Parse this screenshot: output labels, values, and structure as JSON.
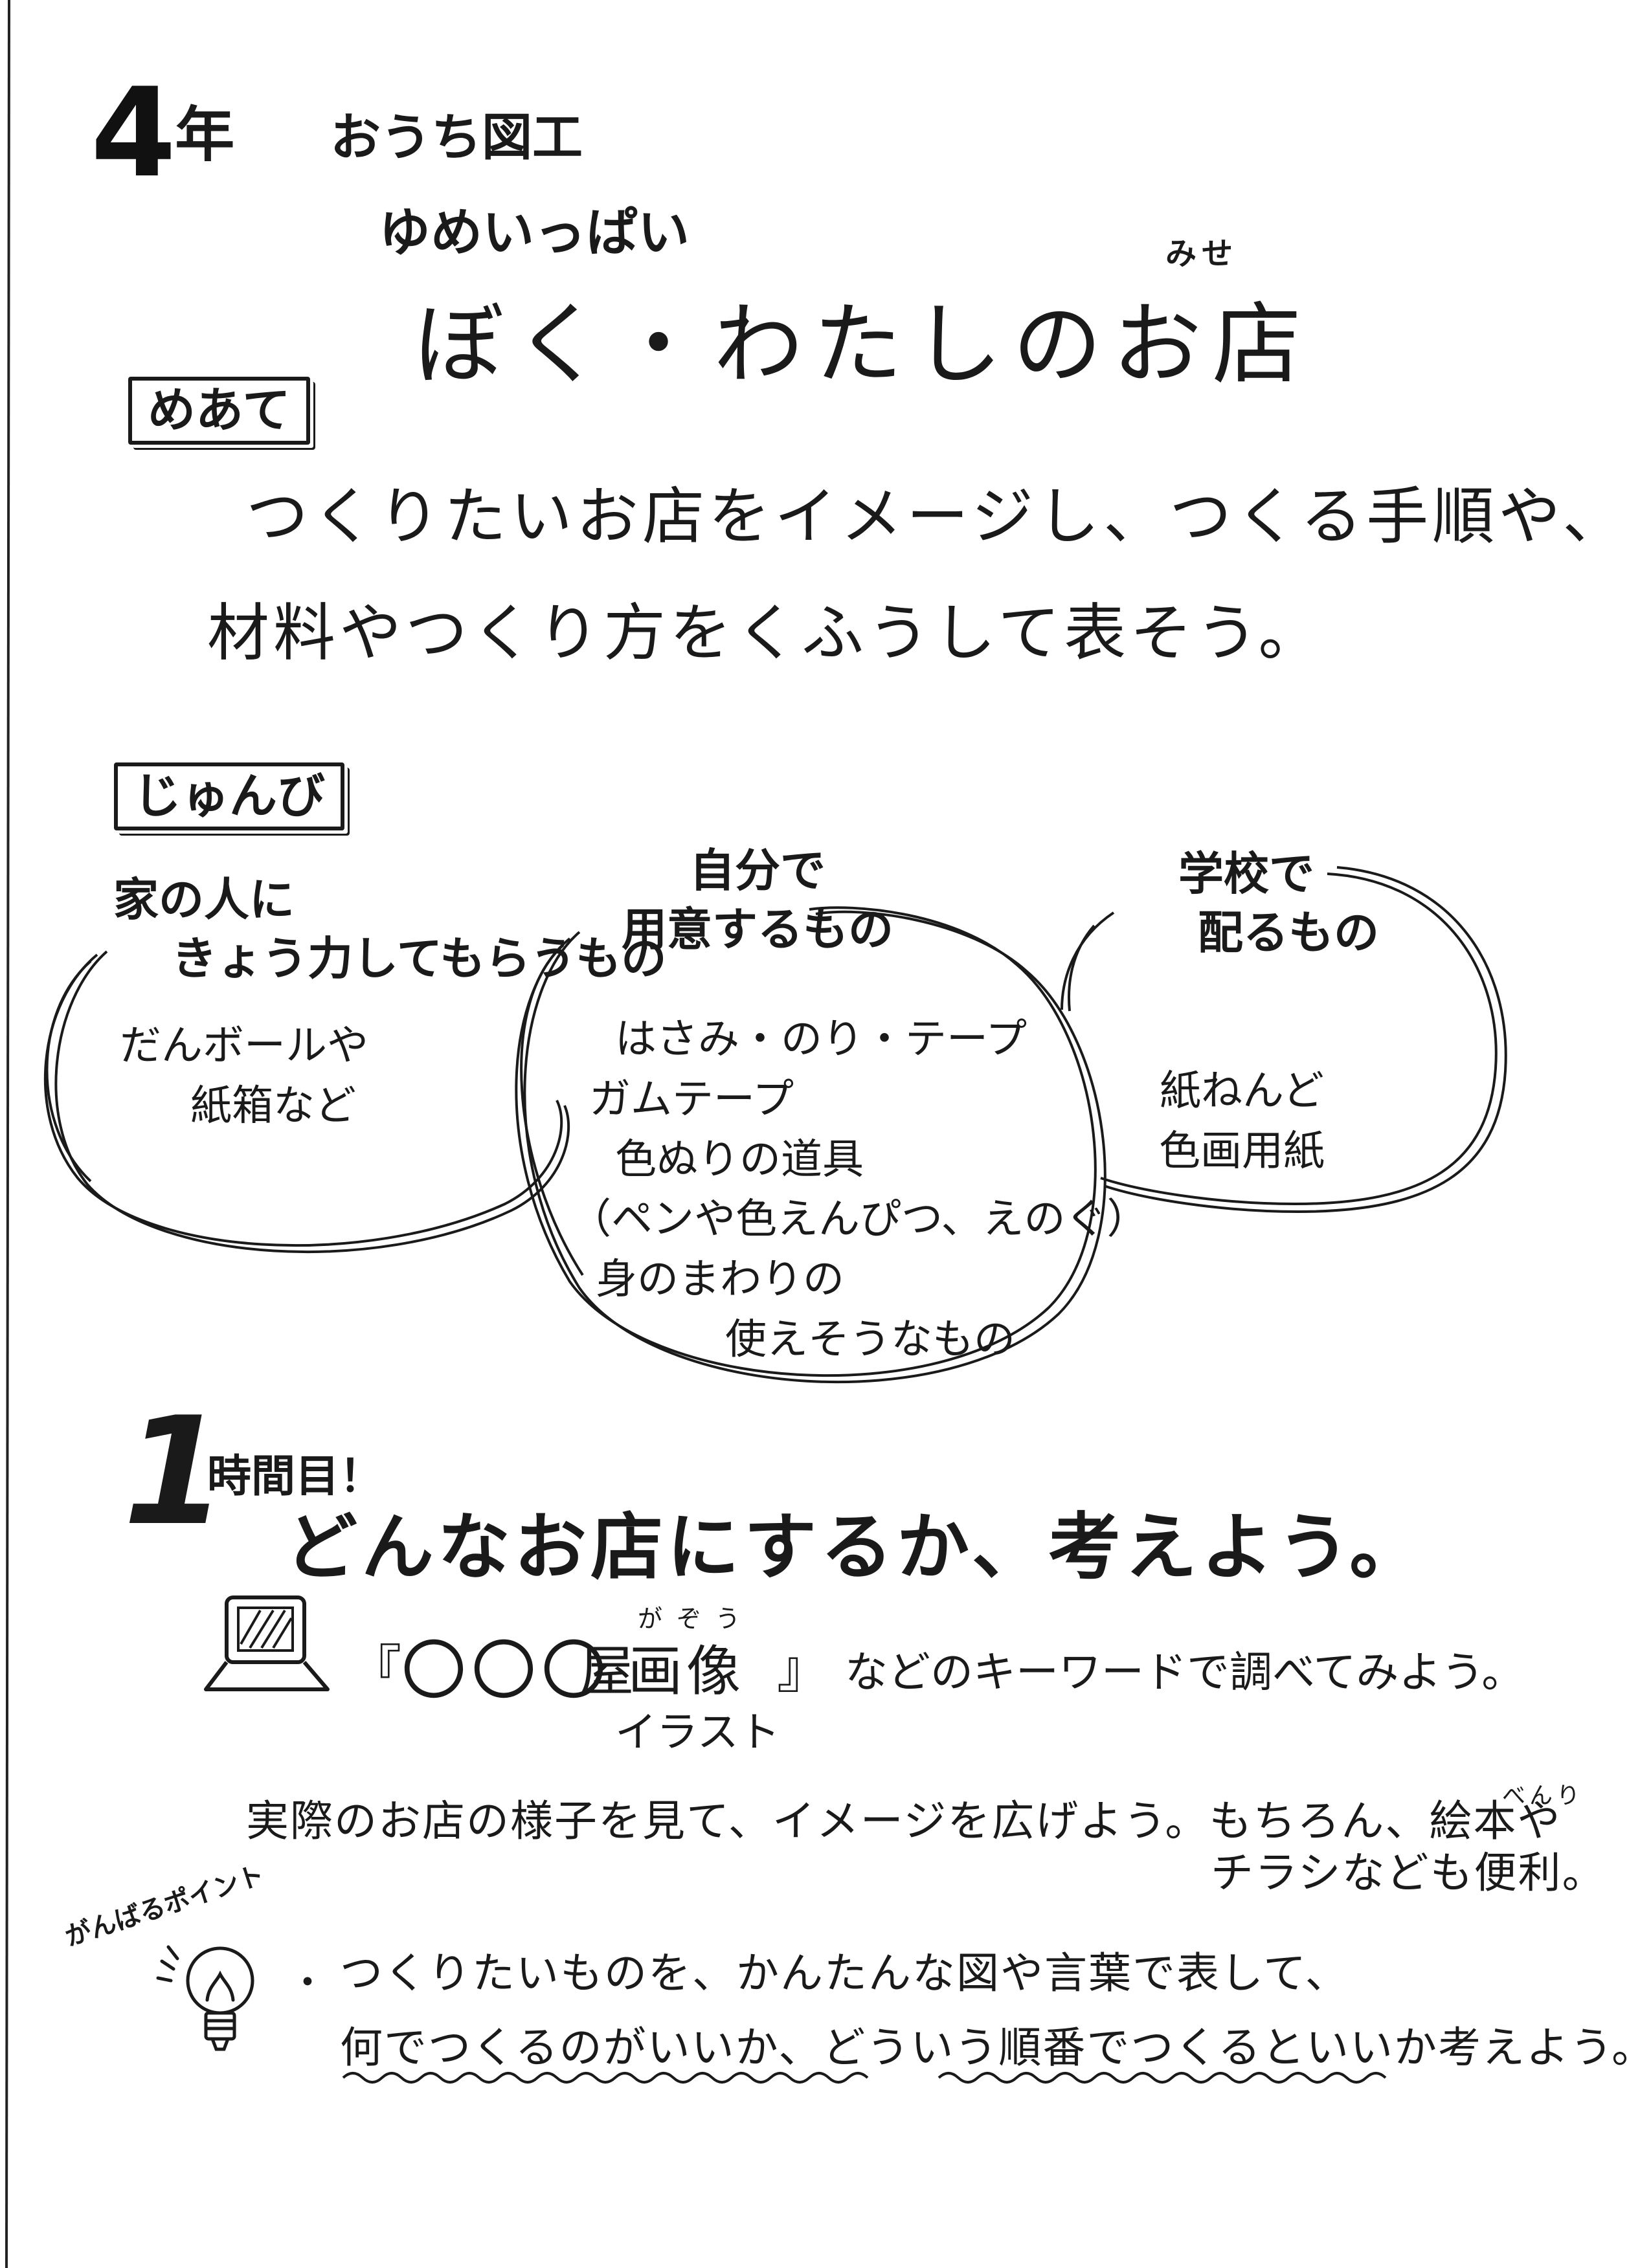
{
  "header": {
    "grade_number": "4",
    "grade_unit": "年",
    "course": "おうち図工",
    "subtitle": "ゆめいっぱい",
    "title": "ぼく・わたしのお店",
    "title_ruby": "みせ"
  },
  "goal": {
    "label": "めあて",
    "line1": "つくりたいお店をイメージし、つくる手順や、",
    "line2": "材料やつくり方をくふうして表そう。"
  },
  "preparation": {
    "label": "じゅんび",
    "home": {
      "heading_line1": "家の人に",
      "heading_line2": "きょう力してもらうもの",
      "items_line1": "だんボールや",
      "items_line2": "紙箱など"
    },
    "self": {
      "heading_line1": "自分で",
      "heading_line2": "用意するもの",
      "items": [
        "はさみ・のり・テープ",
        "ガムテープ",
        "色ぬりの道具",
        "（ペンや色えんぴつ、えのぐ）",
        "身のまわりの",
        "使えそうなもの"
      ]
    },
    "school": {
      "heading_line1": "学校で",
      "heading_line2": "配るもの",
      "items_line1": "紙ねんど",
      "items_line2": "色画用紙"
    }
  },
  "lesson1": {
    "number": "1",
    "time_label": "時間目！",
    "title": "どんなお店にするか、考えよう。",
    "keyword": {
      "open_bracket": "『",
      "circles": "〇〇〇",
      "ya": "屋",
      "gazou": "画像",
      "gazou_ruby": "がぞう",
      "illust": "イラスト",
      "close_bracket": "』",
      "rest": "などのキーワードで調べてみよう。"
    },
    "para_line1": "実際のお店の様子を見て、イメージを広げよう。もちろん、絵本や",
    "benri_ruby": "べんり",
    "para_line2": "チラシなども便利。",
    "point_label": "がんばるポイント",
    "bullet": "・",
    "tip_line1": "つくりたいものを、かんたんな図や言葉で表して、",
    "tip_line2": "何でつくるのがいいか、どういう順番でつくるといいか考えよう。"
  },
  "icons": {
    "laptop": "laptop-icon",
    "bulb": "light-bulb-icon"
  }
}
